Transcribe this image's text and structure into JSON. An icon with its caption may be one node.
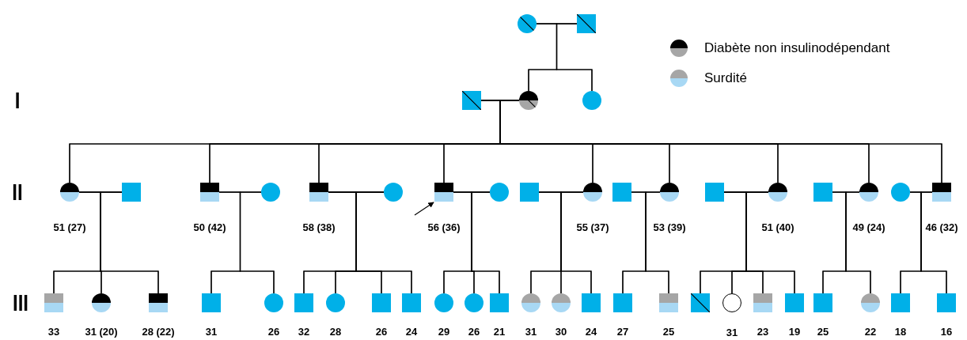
{
  "diagram": {
    "nodes": [
      {
        "text": [],
        "shape": "circle"
      },
      {
        "text": [],
        "shape": "box"
      },
      {
        "text": [],
        "shape": "box"
      },
      {
        "text": [],
        "shape": "circle"
      },
      {
        "text": [],
        "shape": "circle"
      },
      {
        "text": [],
        "shape": "circle",
        "beside": [
          "51 (27)"
        ]
      },
      {
        "text": [],
        "shape": "box"
      },
      {
        "text": [],
        "shape": "box",
        "beside": [
          "50 (42)"
        ]
      },
      {
        "text": [],
        "shape": "circle"
      },
      {
        "text": [],
        "shape": "box",
        "beside": [
          "58 (38)"
        ]
      },
      {
        "text": [],
        "shape": "circle"
      },
      {
        "text": [],
        "shape": "box",
        "beside": [
          "56 (36)"
        ]
      },
      {
        "text": [],
        "shape": "circle"
      },
      {
        "text": [],
        "shape": "box"
      },
      {
        "text": [],
        "shape": "circle",
        "beside": [
          "55 (37)"
        ]
      },
      {
        "text": [],
        "shape": "box"
      },
      {
        "text": [],
        "shape": "circle",
        "beside": [
          "53 (39)"
        ]
      },
      {
        "text": [],
        "shape": "box"
      },
      {
        "text": [],
        "shape": "circle",
        "beside": [
          "51 (40)"
        ]
      },
      {
        "text": [],
        "shape": "box"
      },
      {
        "text": [],
        "shape": "circle",
        "beside": [
          "49 (24)"
        ]
      },
      {
        "text": [],
        "shape": "circle"
      },
      {
        "text": [],
        "shape": "box",
        "beside": [
          "46 (32)"
        ]
      },
      {
        "text": [],
        "shape": "box",
        "beside": [
          "33"
        ]
      },
      {
        "text": [],
        "shape": "circle",
        "beside": [
          "31 (20)"
        ]
      },
      {
        "text": [],
        "shape": "box",
        "beside": [
          "28 (22)"
        ]
      },
      {
        "text": [],
        "shape": "box",
        "beside": [
          "31"
        ]
      },
      {
        "text": [],
        "shape": "circle",
        "beside": [
          "26"
        ]
      },
      {
        "text": [],
        "shape": "box",
        "beside": [
          "32"
        ]
      },
      {
        "text": [],
        "shape": "circle",
        "beside": [
          "28"
        ]
      },
      {
        "text": [],
        "shape": "box",
        "beside": [
          "26"
        ]
      },
      {
        "text": [],
        "shape": "box",
        "beside": [
          "24"
        ]
      },
      {
        "text": [],
        "shape": "circle",
        "beside": [
          "29"
        ]
      },
      {
        "text": [],
        "shape": "circle",
        "beside": [
          "26"
        ]
      },
      {
        "text": [],
        "shape": "box",
        "beside": [
          "21"
        ]
      },
      {
        "text": [],
        "shape": "circle",
        "beside": [
          "31"
        ]
      },
      {
        "text": [],
        "shape": "circle",
        "beside": [
          "30"
        ]
      },
      {
        "text": [],
        "shape": "box",
        "beside": [
          "24"
        ]
      },
      {
        "text": [],
        "shape": "box",
        "beside": [
          "27"
        ]
      },
      {
        "text": [],
        "shape": "box",
        "beside": [
          "25"
        ]
      },
      {
        "text": [],
        "shape": "box"
      },
      {
        "text": [],
        "shape": "circle",
        "beside": [
          "31"
        ]
      },
      {
        "text": [],
        "shape": "box",
        "beside": [
          "23"
        ]
      },
      {
        "text": [],
        "shape": "box",
        "beside": [
          "19"
        ]
      },
      {
        "text": [],
        "shape": "box",
        "beside": [
          "25"
        ]
      },
      {
        "text": [],
        "shape": "circle",
        "beside": [
          "22"
        ]
      },
      {
        "text": [],
        "shape": "box",
        "beside": [
          "18"
        ]
      },
      {
        "text": [],
        "shape": "box",
        "beside": [
          "16"
        ]
      }
    ],
    "edges": [
      {
        "from": 0,
        "to": 1,
        "arrow": "none"
      },
      {
        "from": 0,
        "to": 3,
        "arrow": "none"
      },
      {
        "from": 1,
        "to": 3,
        "arrow": "none"
      },
      {
        "from": 0,
        "to": 4,
        "arrow": "none"
      },
      {
        "from": 1,
        "to": 4,
        "arrow": "none"
      },
      {
        "from": 2,
        "to": 3,
        "arrow": "none"
      },
      {
        "from": 2,
        "to": 5,
        "arrow": "none"
      },
      {
        "from": 3,
        "to": 5,
        "arrow": "none"
      },
      {
        "from": 2,
        "to": 7,
        "arrow": "none"
      },
      {
        "from": 3,
        "to": 7,
        "arrow": "none"
      },
      {
        "from": 2,
        "to": 9,
        "arrow": "none"
      },
      {
        "from": 3,
        "to": 9,
        "arrow": "none"
      },
      {
        "from": 2,
        "to": 11,
        "arrow": "none"
      },
      {
        "from": 3,
        "to": 11,
        "arrow": "none"
      },
      {
        "from": 2,
        "to": 14,
        "arrow": "none"
      },
      {
        "from": 3,
        "to": 14,
        "arrow": "none"
      },
      {
        "from": 2,
        "to": 16,
        "arrow": "none"
      },
      {
        "from": 3,
        "to": 16,
        "arrow": "none"
      },
      {
        "from": 2,
        "to": 18,
        "arrow": "none"
      },
      {
        "from": 3,
        "to": 18,
        "arrow": "none"
      },
      {
        "from": 2,
        "to": 20,
        "arrow": "none"
      },
      {
        "from": 3,
        "to": 20,
        "arrow": "none"
      },
      {
        "from": 2,
        "to": 22,
        "arrow": "none"
      },
      {
        "from": 3,
        "to": 22,
        "arrow": "none"
      },
      {
        "from": 5,
        "to": 6,
        "arrow": "none"
      },
      {
        "from": 5,
        "to": 23,
        "arrow": "none"
      },
      {
        "from": 6,
        "to": 23,
        "arrow": "none"
      },
      {
        "from": 5,
        "to": 24,
        "arrow": "none"
      },
      {
        "from": 6,
        "to": 24,
        "arrow": "none"
      },
      {
        "from": 5,
        "to": 25,
        "arrow": "none"
      },
      {
        "from": 6,
        "to": 25,
        "arrow": "none"
      },
      {
        "from": 7,
        "to": 8,
        "arrow": "none"
      },
      {
        "from": 7,
        "to": 26,
        "arrow": "none"
      },
      {
        "from": 8,
        "to": 26,
        "arrow": "none"
      },
      {
        "from": 7,
        "to": 27,
        "arrow": "none"
      },
      {
        "from": 8,
        "to": 27,
        "arrow": "none"
      },
      {
        "from": 9,
        "to": 10,
        "arrow": "none"
      },
      {
        "from": 9,
        "to": 28,
        "arrow": "none"
      },
      {
        "from": 10,
        "to": 28,
        "arrow": "none"
      },
      {
        "from": 9,
        "to": 29,
        "arrow": "none"
      },
      {
        "from": 10,
        "to": 29,
        "arrow": "none"
      },
      {
        "from": 9,
        "to": 30,
        "arrow": "none"
      },
      {
        "from": 10,
        "to": 30,
        "arrow": "none"
      },
      {
        "from": 9,
        "to": 31,
        "arrow": "none"
      },
      {
        "from": 10,
        "to": 31,
        "arrow": "none"
      },
      {
        "from": 11,
        "to": 12,
        "arrow": "none"
      },
      {
        "from": 11,
        "to": 32,
        "arrow": "none"
      },
      {
        "from": 12,
        "to": 32,
        "arrow": "none"
      },
      {
        "from": 11,
        "to": 33,
        "arrow": "none"
      },
      {
        "from": 12,
        "to": 33,
        "arrow": "none"
      },
      {
        "from": 11,
        "to": 34,
        "arrow": "none"
      },
      {
        "from": 12,
        "to": 34,
        "arrow": "none"
      },
      {
        "from": 13,
        "to": 14,
        "arrow": "none"
      },
      {
        "from": 13,
        "to": 35,
        "arrow": "none"
      },
      {
        "from": 14,
        "to": 35,
        "arrow": "none"
      },
      {
        "from": 13,
        "to": 36,
        "arrow": "none"
      },
      {
        "from": 14,
        "to": 36,
        "arrow": "none"
      },
      {
        "from": 13,
        "to": 37,
        "arrow": "none"
      },
      {
        "from": 14,
        "to": 37,
        "arrow": "none"
      },
      {
        "from": 15,
        "to": 16,
        "arrow": "none"
      },
      {
        "from": 15,
        "to": 38,
        "arrow": "none"
      },
      {
        "from": 16,
        "to": 38,
        "arrow": "none"
      },
      {
        "from": 15,
        "to": 39,
        "arrow": "none"
      },
      {
        "from": 16,
        "to": 39,
        "arrow": "none"
      },
      {
        "from": 17,
        "to": 18,
        "arrow": "none"
      },
      {
        "from": 17,
        "to": 40,
        "arrow": "none"
      },
      {
        "from": 18,
        "to": 40,
        "arrow": "none"
      },
      {
        "from": 17,
        "to": 41,
        "arrow": "none"
      },
      {
        "from": 18,
        "to": 41,
        "arrow": "none"
      },
      {
        "from": 17,
        "to": 42,
        "arrow": "none"
      },
      {
        "from": 18,
        "to": 42,
        "arrow": "none"
      },
      {
        "from": 17,
        "to": 43,
        "arrow": "none"
      },
      {
        "from": 18,
        "to": 43,
        "arrow": "none"
      },
      {
        "from": 19,
        "to": 20,
        "arrow": "none"
      },
      {
        "from": 19,
        "to": 44,
        "arrow": "none"
      },
      {
        "from": 20,
        "to": 44,
        "arrow": "none"
      },
      {
        "from": 19,
        "to": 45,
        "arrow": "none"
      },
      {
        "from": 20,
        "to": 45,
        "arrow": "none"
      },
      {
        "from": 21,
        "to": 22,
        "arrow": "none"
      },
      {
        "from": 21,
        "to": 46,
        "arrow": "none"
      },
      {
        "from": 22,
        "to": 46,
        "arrow": "none"
      },
      {
        "from": 21,
        "to": 47,
        "arrow": "none"
      },
      {
        "from": 22,
        "to": 47,
        "arrow": "none"
      },
      {
        "from": null,
        "to": 11,
        "arrow": "to"
      }
    ],
    "labels": [
      "I",
      "II",
      "III"
    ],
    "legend": [
      {
        "text": "Diabète non insulinodépendant"
      },
      {
        "text": "Surdité"
      }
    ]
  }
}
